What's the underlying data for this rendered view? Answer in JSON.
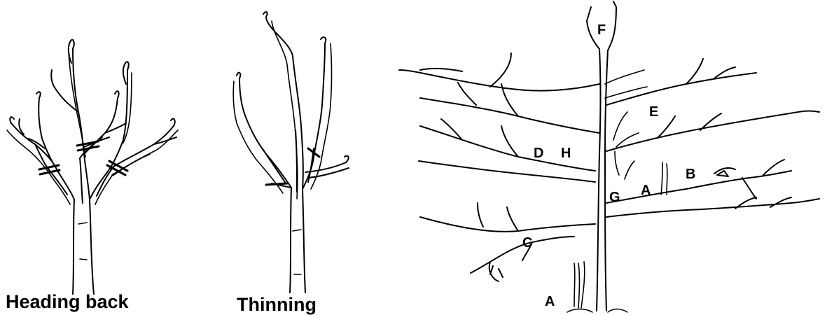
{
  "captions": {
    "heading_back": "Heading back",
    "thinning": "Thinning"
  },
  "pruning_labels": {
    "F": "F",
    "E": "E",
    "D": "D",
    "H": "H",
    "B": "B",
    "G": "G",
    "A_upper": "A",
    "C": "C",
    "A_lower": "A"
  },
  "colors": {
    "ink": "#000000",
    "paper": "#ffffff"
  }
}
